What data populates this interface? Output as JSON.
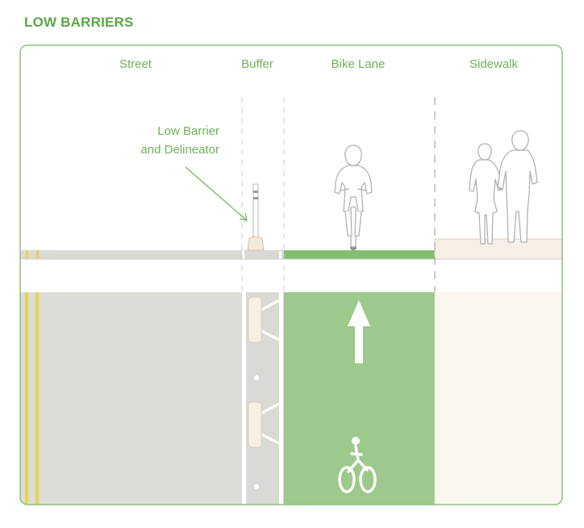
{
  "title": "LOW BARRIERS",
  "zones": {
    "street": "Street",
    "buffer": "Buffer",
    "bike_lane": "Bike Lane",
    "sidewalk": "Sidewalk"
  },
  "callout": {
    "line1": "Low Barrier",
    "line2": "and Delineator"
  },
  "colors": {
    "accent": "#5aa646",
    "bike_lane": "#9dc98c",
    "street": "#dcdcd9",
    "sidewalk": "#faf6f0",
    "centerline": "#e8d34a"
  },
  "icons": [
    "bicyclist-icon",
    "pedestrians-icon",
    "lane-arrow-icon",
    "bike-symbol-icon",
    "delineator-post-icon"
  ]
}
